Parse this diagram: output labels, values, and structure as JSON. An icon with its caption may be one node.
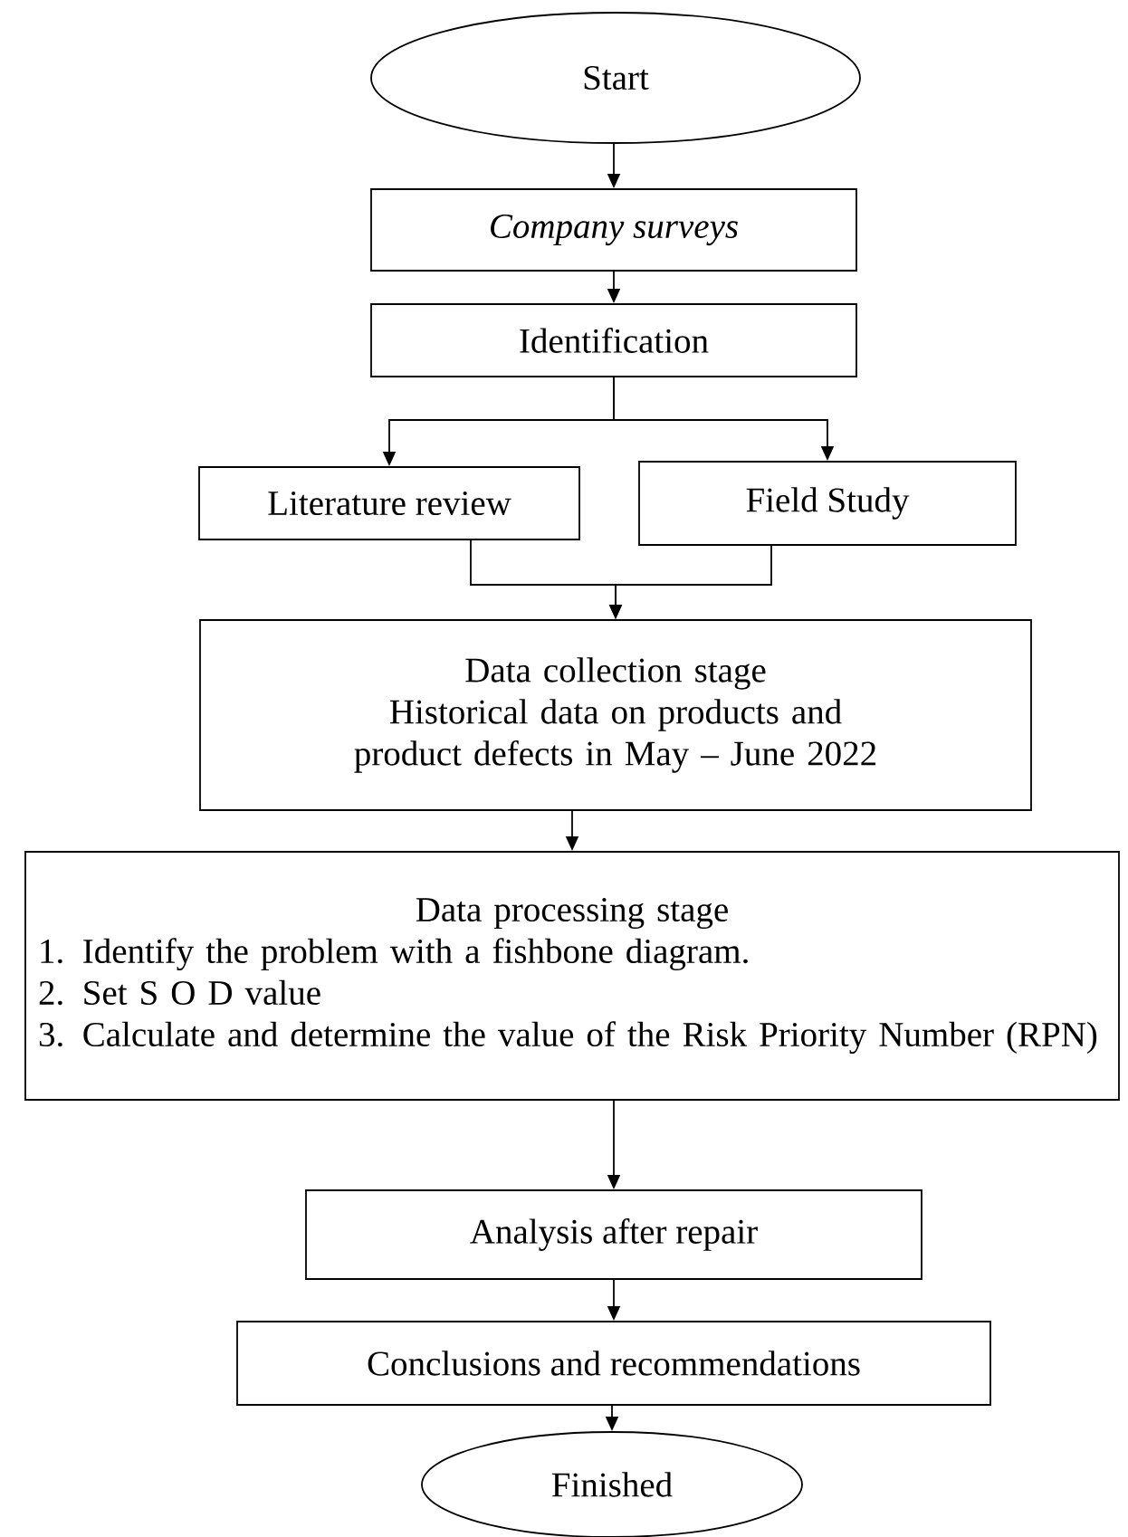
{
  "diagram": {
    "nodes": [
      {
        "text": [
          "Start"
        ]
      },
      {
        "text": [
          "Company surveys"
        ]
      },
      {
        "text": [
          "Identification"
        ]
      },
      {
        "text": [
          "Literature review"
        ]
      },
      {
        "text": [
          "Field Study"
        ]
      },
      {
        "text": [
          "Data collection stage",
          "Historical data on products and product defects in May – June 2022"
        ]
      },
      {
        "text": [
          "Data processing stage",
          "1. Identify the problem with a fishbone diagram.",
          "2. Set S O D value",
          "3. Calculate and determine the value of the Risk Priority Number (RPN)"
        ]
      },
      {
        "text": [
          "Analysis after repair"
        ]
      },
      {
        "text": [
          "Conclusions and recommendations"
        ]
      },
      {
        "text": [
          "Finished"
        ]
      }
    ],
    "edges": [
      {
        "from": 0,
        "to": 1,
        "arrow": "to"
      },
      {
        "from": 1,
        "to": 2,
        "arrow": "to"
      },
      {
        "from": 2,
        "to": 3,
        "arrow": "to"
      },
      {
        "from": 2,
        "to": 4,
        "arrow": "to"
      },
      {
        "from": 3,
        "to": 5,
        "arrow": "to"
      },
      {
        "from": 4,
        "to": 5,
        "arrow": "to"
      },
      {
        "from": 5,
        "to": 6,
        "arrow": "to"
      },
      {
        "from": 6,
        "to": 7,
        "arrow": "to"
      },
      {
        "from": 7,
        "to": 8,
        "arrow": "to"
      },
      {
        "from": 8,
        "to": 9,
        "arrow": "to"
      }
    ]
  }
}
